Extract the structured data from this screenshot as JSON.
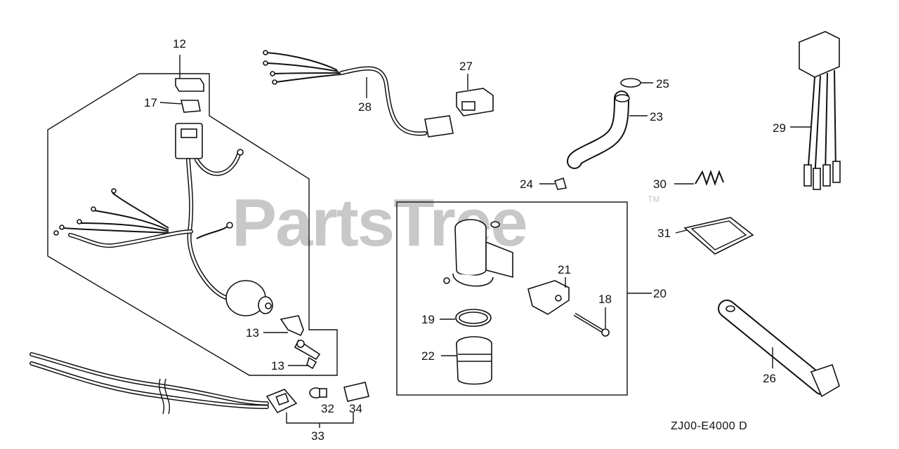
{
  "watermark": {
    "text": "PartsTree",
    "trademark": "TM"
  },
  "drawing_code": "ZJ00-E4000 D",
  "callouts": {
    "p12": "12",
    "p13a": "13",
    "p13b": "13",
    "p17": "17",
    "p18": "18",
    "p19": "19",
    "p20": "20",
    "p21": "21",
    "p22": "22",
    "p23": "23",
    "p24": "24",
    "p25": "25",
    "p26": "26",
    "p27": "27",
    "p28": "28",
    "p29": "29",
    "p30": "30",
    "p31": "31",
    "p32": "32",
    "p33": "33",
    "p34": "34"
  }
}
